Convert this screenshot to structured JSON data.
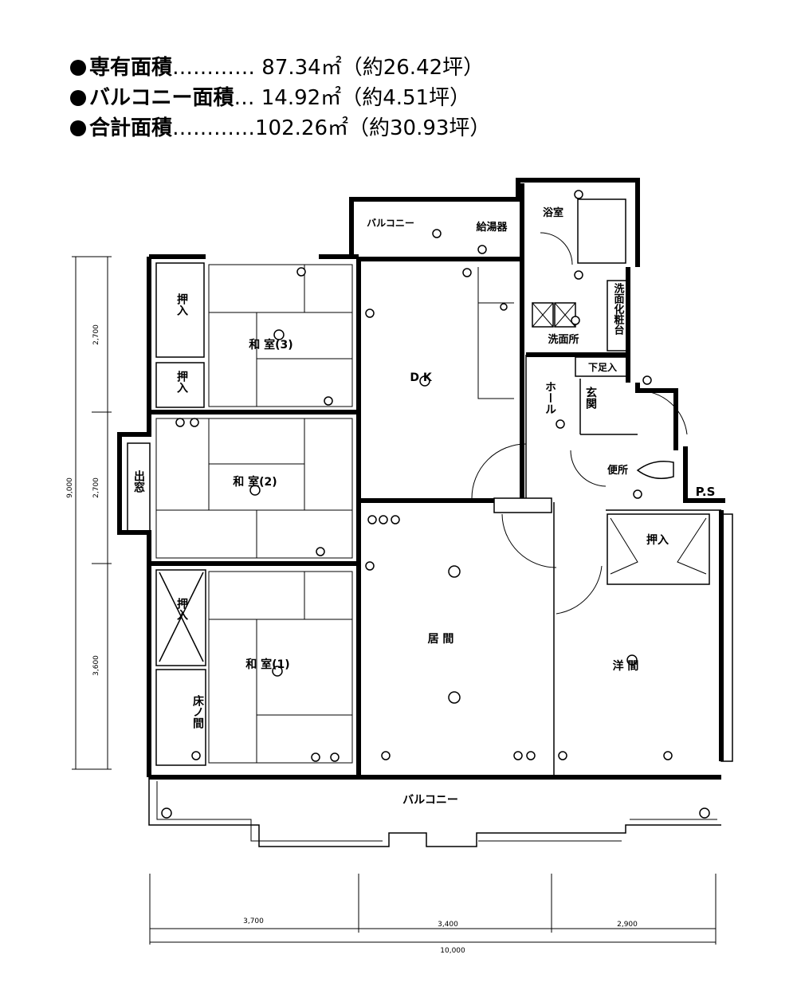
{
  "area_info": [
    {
      "label": "専有面積",
      "dots": "…………",
      "value": " 87.34㎡",
      "tsubo": "（約26.42坪）"
    },
    {
      "label": "バルコニー面積",
      "dots": "… ",
      "value": "14.92㎡",
      "tsubo": "（約4.51坪）"
    },
    {
      "label": "合計面積",
      "dots": "…………",
      "value": "102.26㎡",
      "tsubo": "（約30.93坪）"
    }
  ],
  "rooms": {
    "washitsu3": "和 室(3)",
    "washitsu2": "和 室(2)",
    "washitsu1": "和 室(1)",
    "dk": "D K",
    "ima": "居 間",
    "youma": "洋 間",
    "balcony_top": "バルコニー",
    "balcony_bottom": "バルコニー",
    "kyutoki": "給湯器",
    "yokushitsu": "浴室",
    "senmen_kesho": "洗面化粧台",
    "senmenjo": "洗面所",
    "hall": "ホール",
    "genkan": "玄関",
    "getabako": "下足入",
    "benjo": "便所",
    "ps": "P.S",
    "oshiire_a": "押入",
    "oshiire_b": "押入",
    "oshiire_c": "押入",
    "oshiire_d": "押入",
    "demado": "出窓",
    "tokonoma": "床ノ間"
  },
  "dimensions": {
    "left": [
      "2,700",
      "2,700",
      "3,600"
    ],
    "left_total": "9,000",
    "bottom": [
      "3,700",
      "3,400",
      "2,900"
    ],
    "bottom_total": "10,000"
  }
}
